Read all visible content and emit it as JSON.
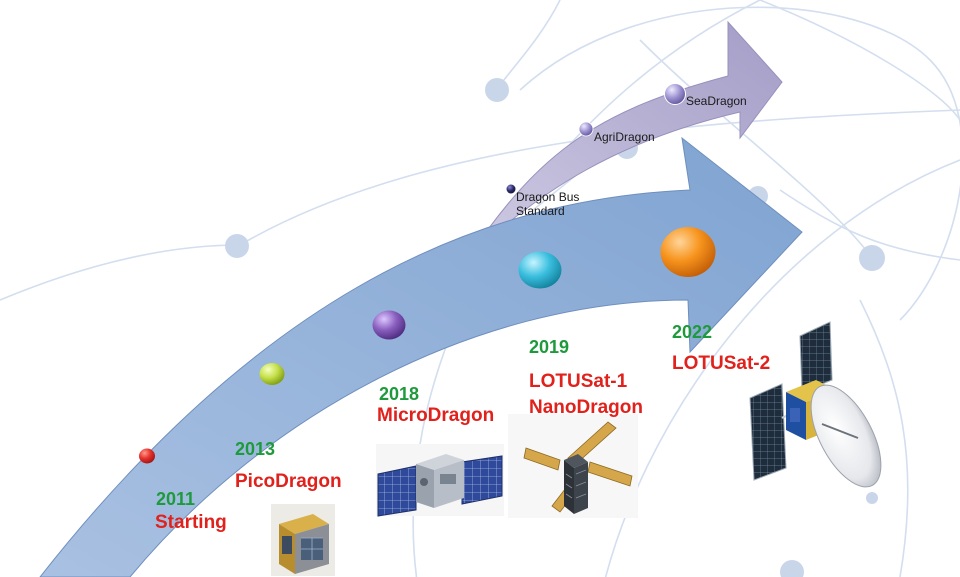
{
  "colors": {
    "main_arrow": "#8eaed6",
    "branch_arrow": "#b8b2d2",
    "year": "#1e9a3c",
    "name": "#e0211c",
    "network": "#c9d6ea"
  },
  "milestones": [
    {
      "year": "2011",
      "name": "Starting",
      "marker_color": "#d8252a"
    },
    {
      "year": "2013",
      "name": "PicoDragon",
      "marker_color": "#c6e04a"
    },
    {
      "year": "2018",
      "name": "MicroDragon",
      "marker_color": "#8a5fbf"
    },
    {
      "year": "2019",
      "name": "LOTUSat-1",
      "name2": "NanoDragon",
      "marker_color": "#3bbfdf"
    },
    {
      "year": "2022",
      "name": "LOTUSat-2",
      "marker_color": "#f7941d"
    }
  ],
  "branch": {
    "items": [
      {
        "label": "Dragon Bus",
        "label2": "Standard",
        "marker_color": "#2b2b6a"
      },
      {
        "label": "AgriDragon",
        "marker_color": "#9a8fcf"
      },
      {
        "label": "SeaDragon",
        "marker_color": "#8a80c8"
      }
    ]
  },
  "images": [
    {
      "icon": "picodragon-cubesat-icon"
    },
    {
      "icon": "microdragon-satellite-icon"
    },
    {
      "icon": "nanodragon-cubesat-icon"
    },
    {
      "icon": "lotusat-2-satellite-icon"
    }
  ]
}
